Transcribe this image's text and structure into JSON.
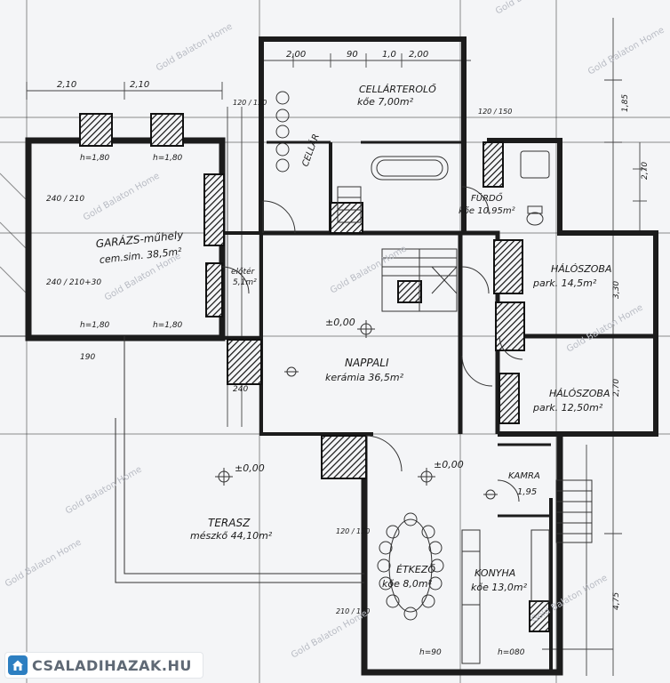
{
  "rooms": {
    "garage": "GARÁZS-műhely",
    "garage_floor": "cem.sim. 38,5m²",
    "storage": "CELLÁR",
    "bathroom_title": "CELLÁRTEROLŐ",
    "bathroom_floor": "kőe 7,00m²",
    "wc": "FÜRDŐ",
    "wc_floor": "kőe 10,95m²",
    "bedroom1": "HÁLÓSZOBA",
    "bedroom1_floor": "park. 14,5m²",
    "bedroom2": "HÁLÓSZOBA",
    "bedroom2_floor": "park. 12,50m²",
    "living": "NAPPALI",
    "living_floor": "kerámia 36,5m²",
    "terrace": "TERASZ",
    "terrace_floor": "mészkő 44,10m²",
    "dining": "ÉTKEZŐ",
    "dining_floor": "kőe 8,0m²",
    "kitchen": "KONYHA",
    "kitchen_floor": "kőe 13,0m²",
    "pantry": "KAMRA",
    "pantry_floor": "1,95",
    "entry": "előtér",
    "entry_floor": "5,1m²"
  },
  "levels": {
    "living_level": "±0,00",
    "terrace_level": "±0,00",
    "dining_level": "±0,00"
  },
  "dimensions": {
    "top_left_a": "2,10",
    "top_left_b": "2,10",
    "top_mid_a": "2,00",
    "top_mid_b": "90",
    "top_mid_c": "2,00",
    "top_mid_d": "1,0",
    "sill_a": "h=1,80",
    "sill_b": "h=1,80",
    "sill_c": "h=1,80",
    "sill_d": "h=1,80",
    "door_a": "240 / 210",
    "door_b": "240 / 210+30",
    "right_a": "1,85",
    "right_b": "2,70",
    "right_c": "3,30",
    "right_d": "2,70",
    "right_e": "4,75",
    "win_a": "120 / 150",
    "win_b": "120 / 150",
    "win_c": "120 / 150",
    "win_d": "210 / 150",
    "h090": "h=90",
    "h080": "h=080",
    "side_240": "240",
    "side_190": "190"
  },
  "watermark": {
    "text": "Gold Balaton Home"
  },
  "logo": {
    "text": "CSALADIHAZAK.HU"
  },
  "colors": {
    "paper": "#f4f5f7",
    "ink": "#1c1c1c",
    "watermark": "#b9bcc4",
    "logo_blue": "#2d7fc1",
    "logo_text": "#5f6975"
  }
}
